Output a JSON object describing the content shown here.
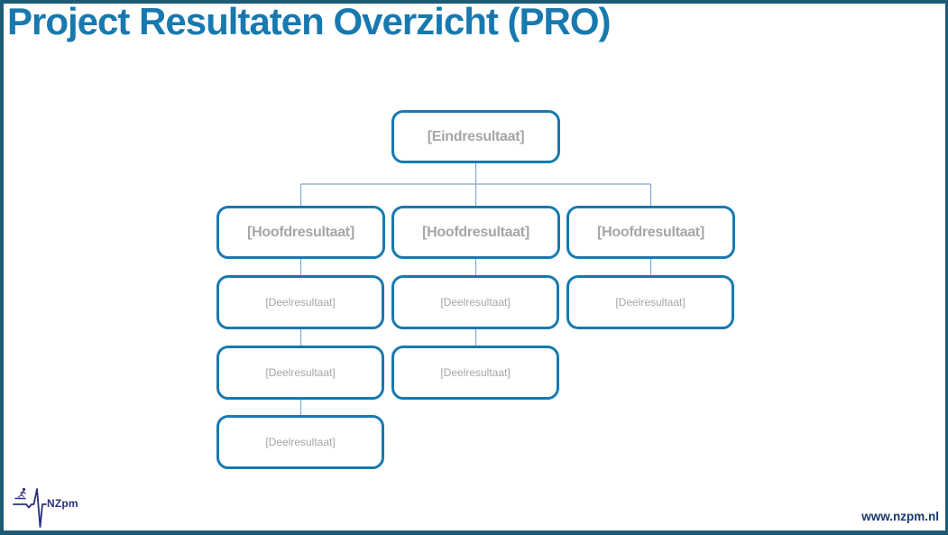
{
  "slide": {
    "title": "Project Resultaten Overzicht (PRO)",
    "footer": {
      "website": "www.nzpm.nl"
    },
    "logo": {
      "text": "NZpm",
      "icon": "ecg-heartbeat-runner-icon"
    }
  },
  "tree": {
    "root": {
      "label": "[Eindresultaat]",
      "children": [
        {
          "label": "[Hoofdresultaat]",
          "children": [
            {
              "label": "[Deelresultaat]",
              "children": [
                {
                  "label": "[Deelresultaat]",
                  "children": [
                    {
                      "label": "[Deelresultaat]",
                      "children": []
                    }
                  ]
                }
              ]
            }
          ]
        },
        {
          "label": "[Hoofdresultaat]",
          "children": [
            {
              "label": "[Deelresultaat]",
              "children": [
                {
                  "label": "[Deelresultaat]",
                  "children": []
                }
              ]
            }
          ]
        },
        {
          "label": "[Hoofdresultaat]",
          "children": [
            {
              "label": "[Deelresultaat]",
              "children": []
            }
          ]
        }
      ]
    }
  },
  "colors": {
    "accent_blue": "#1879AF",
    "placeholder_gray": "#A6A6A6",
    "connector_blue": "#7FA8D4",
    "frame_blue": "#1D5A76",
    "logo_navy": "#2A2F7C",
    "website_navy": "#16386E"
  }
}
